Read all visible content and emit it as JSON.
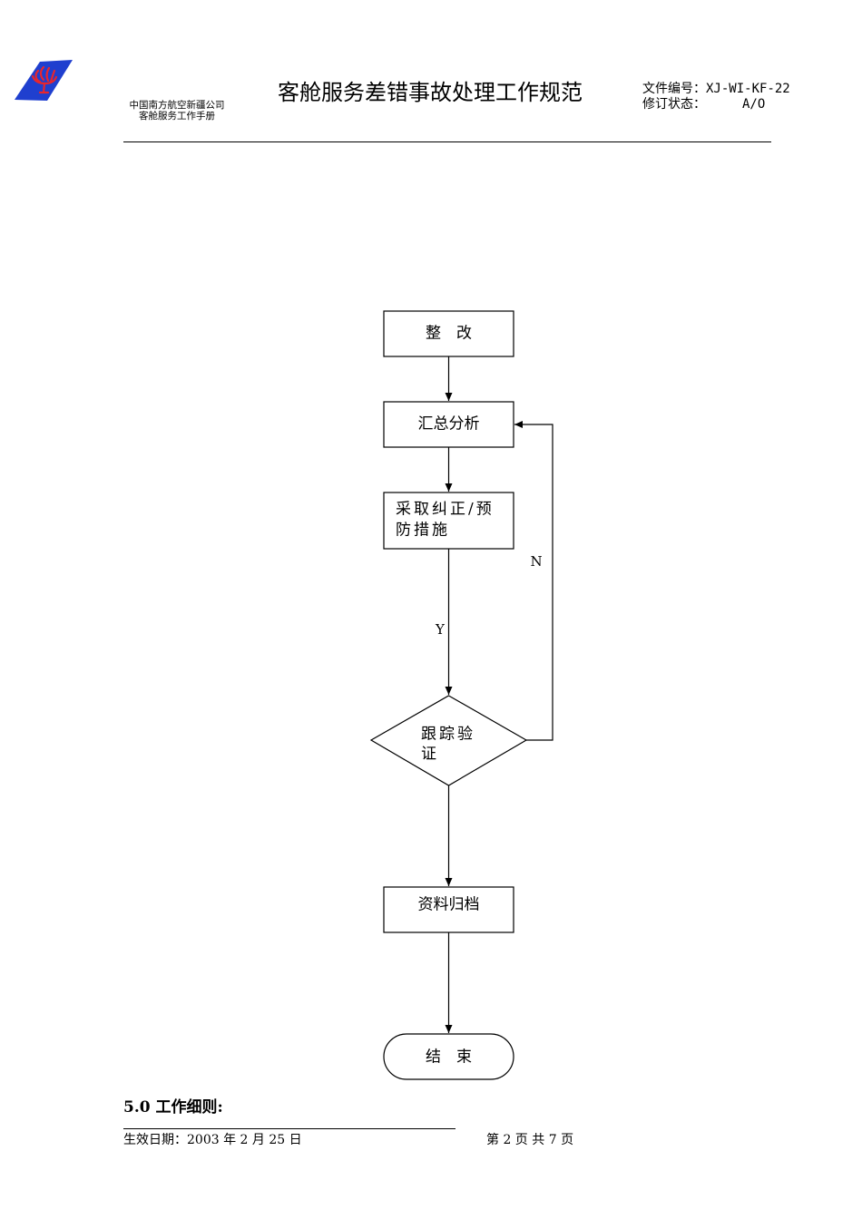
{
  "header": {
    "company_line1": "中国南方航空新疆公司",
    "company_line2": "客舱服务工作手册",
    "title": "客舱服务差错事故处理工作规范",
    "doc_no_label": "文件编号：",
    "doc_no_value": "XJ-WI-KF-22",
    "revision_label": "修订状态：",
    "revision_value": "A/O",
    "logo_icon": "china-southern-kapok-logo",
    "logo_colors": {
      "background": "#1f3fcf",
      "flower": "#e8262d"
    }
  },
  "flowchart": {
    "nodes": {
      "rectify": "整　改",
      "summary": "汇总分析",
      "measures_line1": "采取纠正/预",
      "measures_line2": "防措施",
      "verify_line1": "跟踪验",
      "verify_line2": "证",
      "archive": "资料归档",
      "end": "结　束"
    },
    "labels": {
      "yes": "Y",
      "no": "N"
    }
  },
  "section": {
    "heading": "5.0 工作细则:"
  },
  "footer": {
    "effective_date": "生效日期：2003 年 2 月 25 日",
    "page": "第 2 页  共 7 页"
  }
}
